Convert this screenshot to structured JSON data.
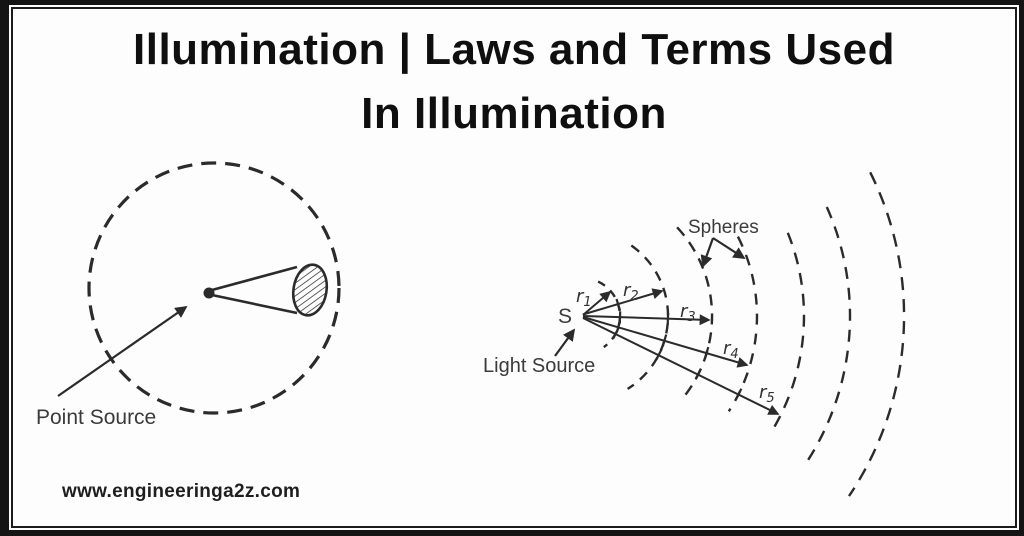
{
  "title": {
    "line1": "Illumination | Laws and Terms Used",
    "line2": "In Illumination"
  },
  "left_diagram": {
    "point_source_label": "Point Source"
  },
  "right_diagram": {
    "spheres_label": "Spheres",
    "source_symbol": "S",
    "light_source_label": "Light Source",
    "radius_labels": [
      {
        "base": "r",
        "sub": "1"
      },
      {
        "base": "r",
        "sub": "2"
      },
      {
        "base": "r",
        "sub": "3"
      },
      {
        "base": "r",
        "sub": "4"
      },
      {
        "base": "r",
        "sub": "5"
      }
    ]
  },
  "footer": {
    "watermark": "www.engineeringa2z.com"
  },
  "colors": {
    "ink": "#2b2b2b",
    "label": "#3b3b3b",
    "frame": "#141414",
    "paper": "#fdfdfd"
  }
}
